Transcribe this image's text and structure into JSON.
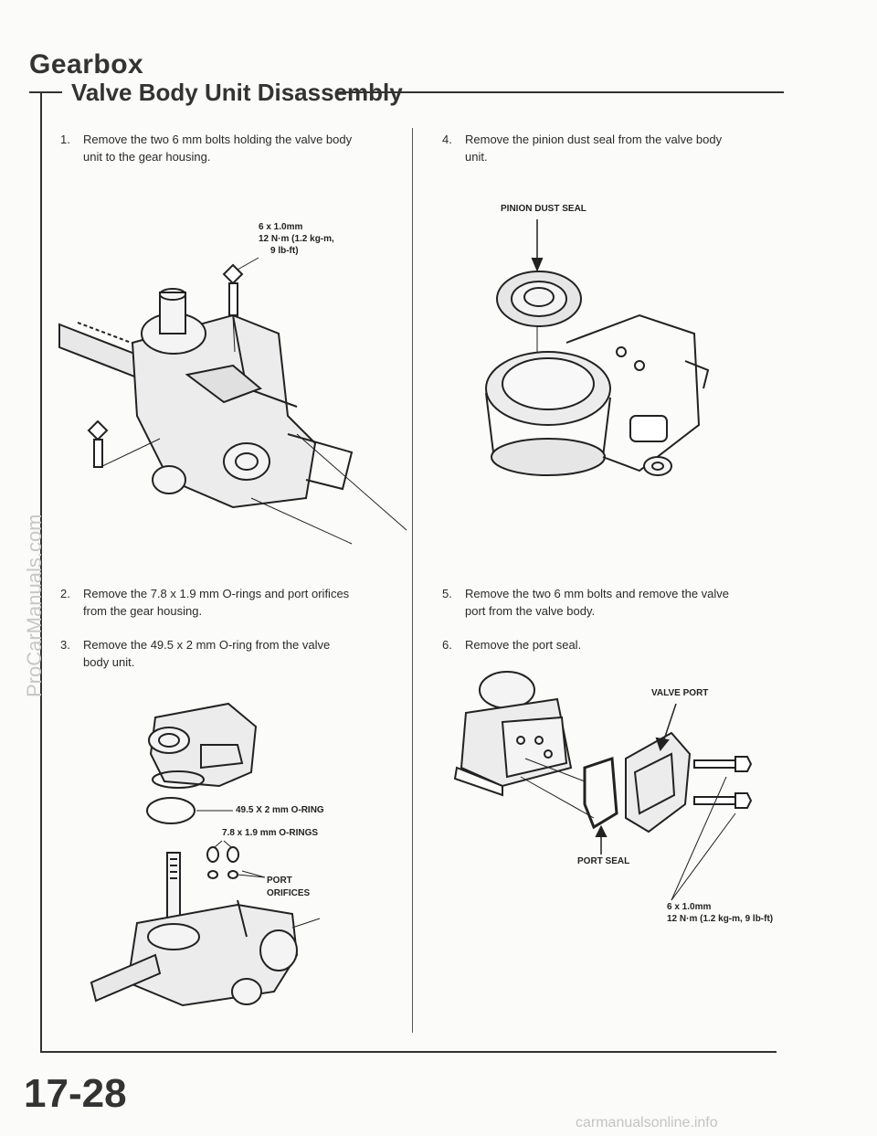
{
  "header": {
    "section": "Gearbox",
    "subsection": "Valve Body Unit Disassembly"
  },
  "steps": [
    {
      "num": "1.",
      "line1": "Remove the two 6 mm bolts holding the valve body",
      "line2": "unit to the gear housing."
    },
    {
      "num": "2.",
      "line1": "Remove the 7.8 x 1.9 mm O-rings and port orifices",
      "line2": "from the gear housing."
    },
    {
      "num": "3.",
      "line1": "Remove the 49.5 x 2 mm O-ring from the valve",
      "line2": "body unit."
    },
    {
      "num": "4.",
      "line1": "Remove the pinion dust seal from the valve body",
      "line2": "unit."
    },
    {
      "num": "5.",
      "line1": "Remove the two 6 mm bolts and remove the valve",
      "line2": "port from the valve body."
    },
    {
      "num": "6.",
      "line1": "Remove the port seal.",
      "line2": ""
    }
  ],
  "figure1": {
    "bolt_l1": "6 x 1.0mm",
    "bolt_l2": "12 N·m (1.2 kg-m,",
    "bolt_l3": "9 lb-ft)"
  },
  "figure2": {
    "oring": "49.5 X 2 mm O-RING",
    "orings_small": "7.8 x 1.9 mm O-RINGS",
    "port_orifices_l1": "PORT",
    "port_orifices_l2": "ORIFICES"
  },
  "figure3": {
    "pinion_dust_seal": "PINION DUST SEAL"
  },
  "figure4": {
    "valve_port": "VALVE PORT",
    "port_seal": "PORT SEAL",
    "bolt_l1": "6 x 1.0mm",
    "bolt_l2": "12 N·m (1.2 kg-m, 9 lb-ft)"
  },
  "footer": {
    "page_number": "17-28",
    "side_watermark": "ProCarManuals.com",
    "bottom_watermark": "carmanualsonline.info"
  }
}
